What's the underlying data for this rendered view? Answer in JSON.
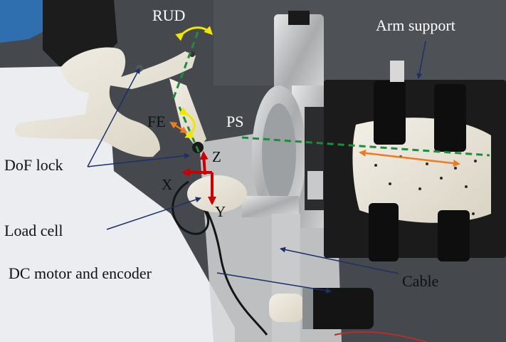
{
  "figure": {
    "labels": {
      "rud": "RUD",
      "fe": "FE",
      "ps": "PS",
      "arm_support": "Arm support",
      "dof_lock": "DoF lock",
      "load_cell": "Load cell",
      "dc_motor": "DC motor and encoder",
      "cable": "Cable"
    },
    "axes": {
      "x": "X",
      "y": "Y",
      "z": "Z"
    }
  },
  "colors": {
    "rotation_arrow": "#f2e600",
    "range_arrow": "#f07a1c",
    "axis_line": "#1e8c3a",
    "frame_arrow": "#cc0000",
    "leader_line": "#1b2f6b"
  }
}
